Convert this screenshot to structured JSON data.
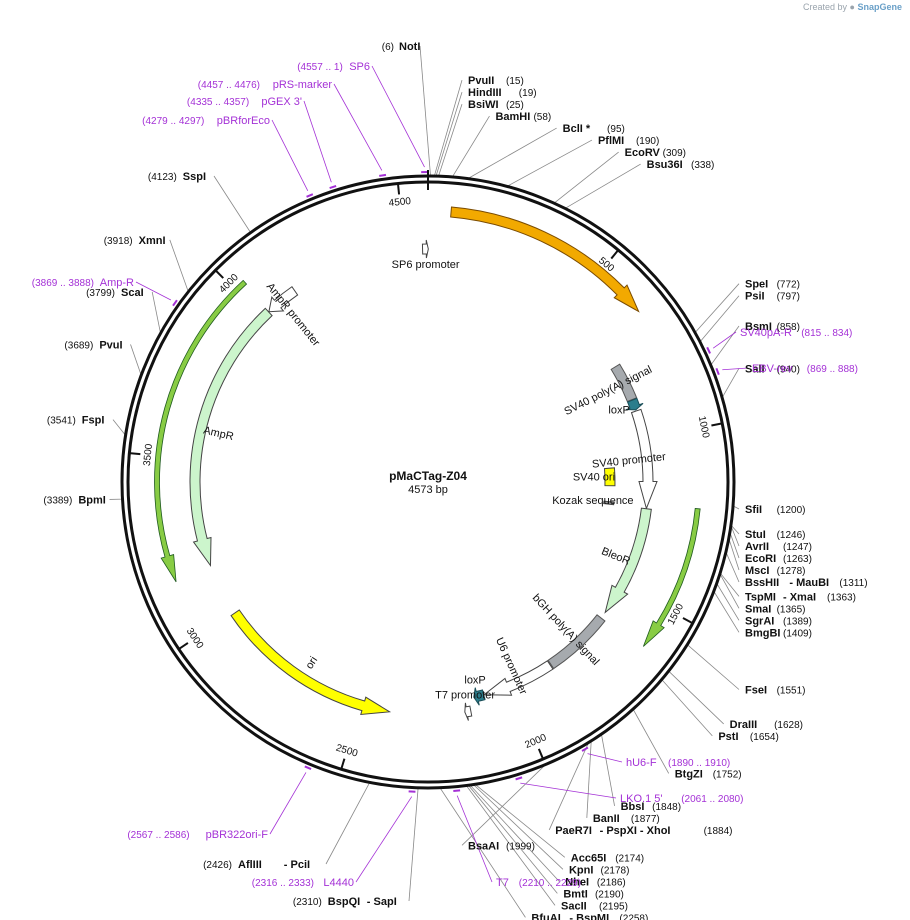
{
  "header": {
    "created_by": "Created by",
    "brand": "SnapGene"
  },
  "plasmid": {
    "name": "pMaCTag-Z04",
    "length_label": "4573 bp",
    "length": 4573
  },
  "ticks": [
    {
      "pos": 500,
      "label": "500"
    },
    {
      "pos": 1000,
      "label": "1000"
    },
    {
      "pos": 1500,
      "label": "1500"
    },
    {
      "pos": 2000,
      "label": "2000"
    },
    {
      "pos": 2500,
      "label": "2500"
    },
    {
      "pos": 3000,
      "label": "3000"
    },
    {
      "pos": 3500,
      "label": "3500"
    },
    {
      "pos": 4000,
      "label": "4000"
    },
    {
      "pos": 4500,
      "label": "4500"
    }
  ],
  "features": [
    {
      "id": "sp6-promoter",
      "label": "SP6 promoter",
      "start": 4556,
      "end": 4574,
      "color": "#ffffff",
      "stroke": "#444444",
      "dir": 1,
      "r": 233
    },
    {
      "id": "orange-orf",
      "label": "",
      "start": 62,
      "end": 648,
      "color": "#f2a900",
      "stroke": "#7a4b00",
      "dir": 1,
      "r": 271
    },
    {
      "id": "sv40-polya",
      "label": "SV40 poly(A) signal",
      "start": 742,
      "end": 864,
      "color": "#a6aaae",
      "stroke": "#555555",
      "dir": 0,
      "r": 220
    },
    {
      "id": "loxp-1",
      "label": "loxP",
      "start": 866,
      "end": 900,
      "color": "#2b7d8c",
      "stroke": "#1a4e58",
      "dir": 1,
      "r": 220
    },
    {
      "id": "sv40-promoter",
      "label": "SV40 promoter",
      "start": 904,
      "end": 1231,
      "color": "#ffffff",
      "stroke": "#444444",
      "dir": 1,
      "r": 220
    },
    {
      "id": "sv40-ori",
      "label": "SV40 ori",
      "start": 1088,
      "end": 1158,
      "color": "#ffff00",
      "stroke": "#444444",
      "dir": 0,
      "r": 182
    },
    {
      "id": "kozak",
      "label": "Kozak sequence",
      "start": 1222,
      "end": 1232,
      "color": "#999999",
      "stroke": "#444444",
      "dir": 0,
      "r": 182
    },
    {
      "id": "bleor",
      "label": "BleoR",
      "start": 1232,
      "end": 1605,
      "color": "#ccf5cc",
      "stroke": "#444444",
      "dir": 1,
      "r": 220
    },
    {
      "id": "bleor-frame",
      "label": "",
      "start": 1215,
      "end": 1618,
      "color": "#88cc44",
      "stroke": "#1f5a1f",
      "dir": 1,
      "r": 271
    },
    {
      "id": "bgh-polya",
      "label": "bGH poly(A) signal",
      "start": 1628,
      "end": 1855,
      "color": "#a6aaae",
      "stroke": "#555555",
      "dir": 0,
      "r": 220
    },
    {
      "id": "u6-promoter",
      "label": "U6 promoter",
      "start": 1858,
      "end": 2099,
      "color": "#ffffff",
      "stroke": "#444444",
      "dir": 1,
      "r": 220
    },
    {
      "id": "loxp-2",
      "label": "loxP",
      "start": 2100,
      "end": 2134,
      "color": "#2b7d8c",
      "stroke": "#1a4e58",
      "dir": 1,
      "r": 220
    },
    {
      "id": "t7-promoter",
      "label": "T7 promoter",
      "start": 2152,
      "end": 2171,
      "color": "#ffffff",
      "stroke": "#444444",
      "dir": 1,
      "r": 233
    },
    {
      "id": "ori",
      "label": "ori",
      "start": 2407,
      "end": 2996,
      "color": "#ffff00",
      "stroke": "#444444",
      "dir": -1,
      "r": 233
    },
    {
      "id": "ampr",
      "label": "AmpR",
      "start": 3163,
      "end": 4025,
      "color": "#ccf5cc",
      "stroke": "#444444",
      "dir": -1,
      "r": 233
    },
    {
      "id": "ampr-frame",
      "label": "",
      "start": 3155,
      "end": 4033,
      "color": "#88cc44",
      "stroke": "#1f5a1f",
      "dir": -1,
      "r": 271
    },
    {
      "id": "ampr-promoter",
      "label": "AmpR promoter",
      "start": 4026,
      "end": 4130,
      "color": "#ffffff",
      "stroke": "#444444",
      "dir": -1,
      "r": 233
    }
  ],
  "enzymes_right": [
    {
      "name": "NotI",
      "pos_label": "(6)",
      "pos": 6,
      "side": "left"
    },
    {
      "name": "PvuII",
      "pos_label": "(15)",
      "pos": 15
    },
    {
      "name": "HindIII",
      "pos_label": "(19)",
      "pos": 19
    },
    {
      "name": "BsiWI",
      "pos_label": "(25)",
      "pos": 25
    },
    {
      "name": "BamHI",
      "pos_label": "(58)",
      "pos": 58
    },
    {
      "name": "BclI *",
      "pos_label": "(95)",
      "pos": 95
    },
    {
      "name": "PflMI",
      "pos_label": "(190)",
      "pos": 190
    },
    {
      "name": "EcoRV",
      "pos_label": "(309)",
      "pos": 309
    },
    {
      "name": "Bsu36I",
      "pos_label": "(338)",
      "pos": 338
    },
    {
      "name": "SpeI",
      "pos_label": "(772)",
      "pos": 772
    },
    {
      "name": "PsiI",
      "pos_label": "(797)",
      "pos": 797
    },
    {
      "name": "BsmI",
      "pos_label": "(858)",
      "pos": 858
    },
    {
      "name": "SalI",
      "pos_label": "(940)",
      "pos": 940
    },
    {
      "name": "SfiI",
      "pos_label": "(1200)",
      "pos": 1200
    },
    {
      "name": "StuI",
      "pos_label": "(1246)",
      "pos": 1246
    },
    {
      "name": "AvrII",
      "pos_label": "(1247)",
      "pos": 1247
    },
    {
      "name": "EcoRI",
      "pos_label": "(1263)",
      "pos": 1263
    },
    {
      "name": "MscI",
      "pos_label": "(1278)",
      "pos": 1278
    },
    {
      "name": "BssHII",
      "name2": "- MauBI",
      "pos_label": "(1311)",
      "pos": 1311
    },
    {
      "name": "TspMI",
      "name2": "- XmaI",
      "pos_label": "(1363)",
      "pos": 1363
    },
    {
      "name": "SmaI",
      "pos_label": "(1365)",
      "pos": 1365
    },
    {
      "name": "SgrAI",
      "pos_label": "(1389)",
      "pos": 1389
    },
    {
      "name": "BmgBI",
      "pos_label": "(1409)",
      "pos": 1409
    },
    {
      "name": "FseI",
      "pos_label": "(1551)",
      "pos": 1551
    },
    {
      "name": "DraIII",
      "pos_label": "(1628)",
      "pos": 1628
    },
    {
      "name": "PstI",
      "pos_label": "(1654)",
      "pos": 1654
    },
    {
      "name": "BtgZI",
      "pos_label": "(1752)",
      "pos": 1752
    },
    {
      "name": "BbsI",
      "pos_label": "(1848)",
      "pos": 1848
    },
    {
      "name": "BanII",
      "pos_label": "(1877)",
      "pos": 1877
    },
    {
      "name": "PaeR7I",
      "name2": "- PspXI   - XhoI",
      "pos_label": "(1884)",
      "pos": 1884
    },
    {
      "name": "BsaAI",
      "pos_label": "(1999)",
      "pos": 1999
    },
    {
      "name": "Acc65I",
      "pos_label": "(2174)",
      "pos": 2174
    },
    {
      "name": "KpnI",
      "pos_label": "(2178)",
      "pos": 2178
    },
    {
      "name": "NheI",
      "pos_label": "(2186)",
      "pos": 2186
    },
    {
      "name": "BmtI",
      "pos_label": "(2190)",
      "pos": 2190
    },
    {
      "name": "SacII",
      "pos_label": "(2195)",
      "pos": 2195
    },
    {
      "name": "BfuAI",
      "name2": "- BspMI",
      "pos_label": "(2258)",
      "pos": 2258
    }
  ],
  "enzymes_left": [
    {
      "name": "SspI",
      "pos_label": "(4123)",
      "pos": 4123
    },
    {
      "name": "XmnI",
      "pos_label": "(3918)",
      "pos": 3918
    },
    {
      "name": "ScaI",
      "pos_label": "(3799)",
      "pos": 3799
    },
    {
      "name": "PvuI",
      "pos_label": "(3689)",
      "pos": 3689
    },
    {
      "name": "FspI",
      "pos_label": "(3541)",
      "pos": 3541
    },
    {
      "name": "BpmI",
      "pos_label": "(3389)",
      "pos": 3389
    },
    {
      "name": "AflIII",
      "name2": "- PciI",
      "pos_label": "(2426)",
      "pos": 2426
    },
    {
      "name": "BspQI",
      "name2": "- SapI",
      "pos_label": "(2310)",
      "pos": 2310
    }
  ],
  "primers": [
    {
      "name": "SP6",
      "range": "(4557 .. 1)",
      "pos": 4565
    },
    {
      "name": "pRS-marker",
      "range": "(4457 .. 4476)",
      "pos": 4466
    },
    {
      "name": "pGEX 3'",
      "range": "(4335 .. 4357)",
      "pos": 4346
    },
    {
      "name": "pBRforEco",
      "range": "(4279 .. 4297)",
      "pos": 4288
    },
    {
      "name": "Amp-R",
      "range": "(3869 .. 3888)",
      "pos": 3878
    },
    {
      "name": "SV40pA-R",
      "range": "(815 .. 834)",
      "pos": 824
    },
    {
      "name": "EBV-rev",
      "range": "(869 .. 888)",
      "pos": 878
    },
    {
      "name": "hU6-F",
      "range": "(1890 .. 1910)",
      "pos": 1900
    },
    {
      "name": "LKO.1 5'",
      "range": "(2061 .. 2080)",
      "pos": 2070
    },
    {
      "name": "T7",
      "range": "(2210 .. 2229)",
      "pos": 2219
    },
    {
      "name": "L4440",
      "range": "(2316 .. 2333)",
      "pos": 2324
    },
    {
      "name": "pBR322ori-F",
      "range": "(2567 .. 2586)",
      "pos": 2576
    }
  ]
}
